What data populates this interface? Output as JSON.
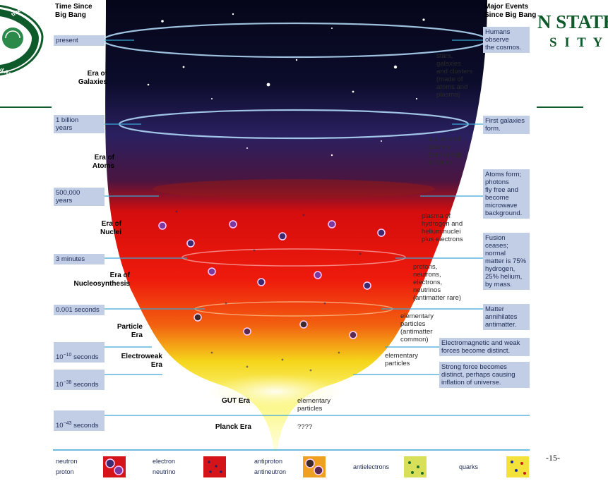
{
  "header": {
    "time_title": "Time Since\nBig Bang",
    "events_title": "Major Events\nSince Big Bang"
  },
  "logo": {
    "seal_text_top": "tment of",
    "seal_text_bottom": "d Astronomy",
    "brand_line1": "N STATE",
    "brand_line2": "S I T Y"
  },
  "time_labels": [
    "present",
    "1 billion\nyears",
    "500,000\nyears",
    "3 minutes",
    "0.001 seconds"
  ],
  "time_exp": [
    {
      "base": "10",
      "exp": "−10",
      "unit": " seconds"
    },
    {
      "base": "10",
      "exp": "−38",
      "unit": " seconds"
    },
    {
      "base": "10",
      "exp": "−43",
      "unit": " seconds"
    }
  ],
  "eras": [
    "Era of\nGalaxies",
    "Era of\nAtoms",
    "Era of\nNuclei",
    "Era of\nNucleosynthesis",
    "Particle\nEra",
    "Electroweak\nEra",
    "GUT Era",
    "Planck Era"
  ],
  "contents": [
    "stars,\ngalaxies\nand clusters\n(made of\natoms and\nplasma)",
    "atoms and\nplasma\n(stars begin\nto form)",
    "plasma of\nhydrogen and\nhelium nuclei\nplus electrons",
    "protons,\nneutrons,\nelectrons,\nneutrinos\n(antimatter rare)",
    "elementary\nparticles\n(antimatter\ncommon)",
    "elementary\nparticles",
    "elementary\nparticles",
    "????"
  ],
  "events": [
    "Humans\nobserve\nthe cosmos.",
    "First galaxies\nform.",
    "Atoms form;\nphotons\nfly free and\nbecome\nmicrowave\nbackground.",
    "Fusion\nceases;\nnormal\nmatter is 75%\nhydrogen,\n25% helium,\nby mass.",
    "Matter\nannihilates\nantimatter.",
    "Electromagnetic and weak\nforces become distinct.",
    "Strong force becomes\ndistinct, perhaps causing\ninflation of universe."
  ],
  "legend": {
    "neutron": "neutron",
    "proton": "proton",
    "electron": "electron",
    "neutrino": "neutrino",
    "antiproton": "antiproton",
    "antineutron": "antineutron",
    "antielectrons": "antielectrons",
    "quarks": "quarks"
  },
  "page_number": "-15-",
  "colors": {
    "label_box": "#c2cee6",
    "label_text": "#1d2a55",
    "guide_line": "#3aa6d6",
    "brand_green": "#0f5a2a"
  }
}
